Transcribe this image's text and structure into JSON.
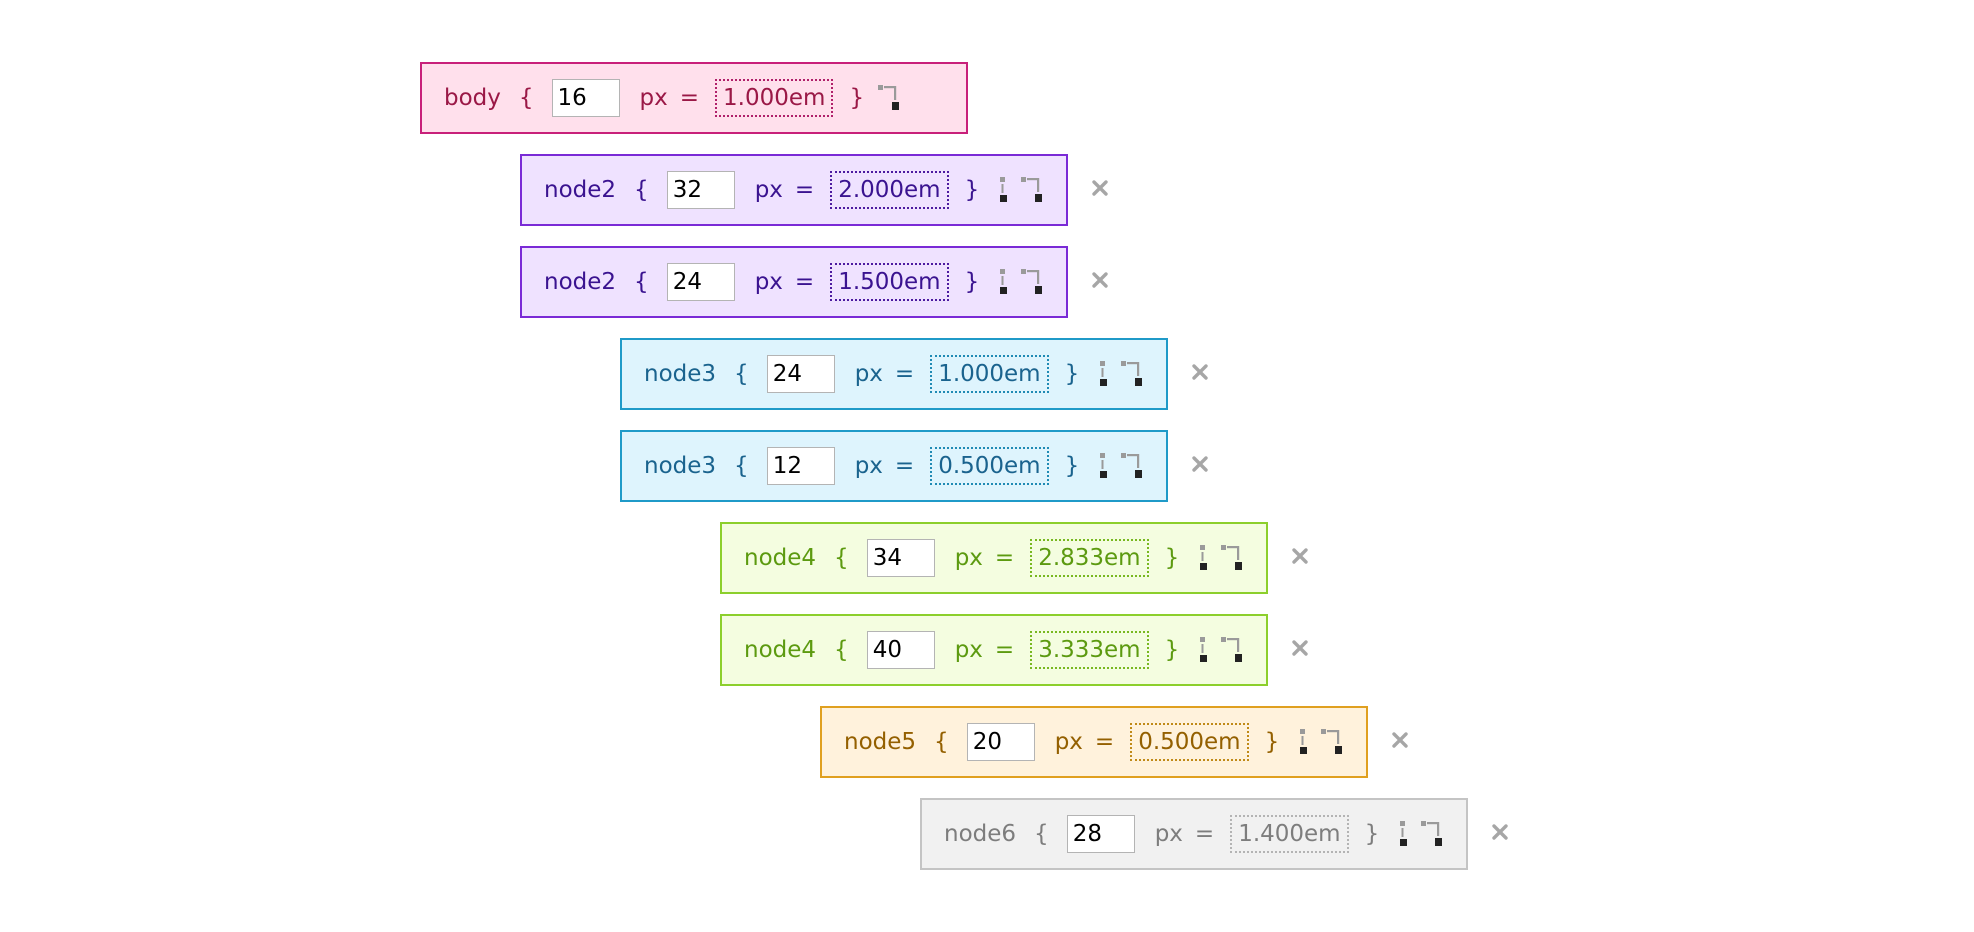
{
  "rows": [
    {
      "name": "body",
      "open": "{",
      "px_value": "16",
      "unit_label": "px",
      "eq": "=",
      "em_value": "1.000em",
      "close": "}",
      "theme": "pink",
      "level": 0,
      "tools": [
        "indent-child-icon"
      ],
      "deletable": false
    },
    {
      "name": "node2",
      "open": "{",
      "px_value": "32",
      "unit_label": "px",
      "eq": "=",
      "em_value": "2.000em",
      "close": "}",
      "theme": "purple",
      "level": 1,
      "tools": [
        "add-sibling-icon",
        "indent-child-icon"
      ],
      "deletable": true
    },
    {
      "name": "node2",
      "open": "{",
      "px_value": "24",
      "unit_label": "px",
      "eq": "=",
      "em_value": "1.500em",
      "close": "}",
      "theme": "purple",
      "level": 1,
      "tools": [
        "add-sibling-icon",
        "indent-child-icon"
      ],
      "deletable": true
    },
    {
      "name": "node3",
      "open": "{",
      "px_value": "24",
      "unit_label": "px",
      "eq": "=",
      "em_value": "1.000em",
      "close": "}",
      "theme": "blue",
      "level": 2,
      "tools": [
        "add-sibling-icon",
        "indent-child-icon"
      ],
      "deletable": true
    },
    {
      "name": "node3",
      "open": "{",
      "px_value": "12",
      "unit_label": "px",
      "eq": "=",
      "em_value": "0.500em",
      "close": "}",
      "theme": "blue",
      "level": 2,
      "tools": [
        "add-sibling-icon",
        "indent-child-icon"
      ],
      "deletable": true
    },
    {
      "name": "node4",
      "open": "{",
      "px_value": "34",
      "unit_label": "px",
      "eq": "=",
      "em_value": "2.833em",
      "close": "}",
      "theme": "green",
      "level": 3,
      "tools": [
        "add-sibling-icon",
        "indent-child-icon"
      ],
      "deletable": true
    },
    {
      "name": "node4",
      "open": "{",
      "px_value": "40",
      "unit_label": "px",
      "eq": "=",
      "em_value": "3.333em",
      "close": "}",
      "theme": "green",
      "level": 3,
      "tools": [
        "add-sibling-icon",
        "indent-child-icon"
      ],
      "deletable": true
    },
    {
      "name": "node5",
      "open": "{",
      "px_value": "20",
      "unit_label": "px",
      "eq": "=",
      "em_value": "0.500em",
      "close": "}",
      "theme": "orange",
      "level": 4,
      "tools": [
        "add-sibling-icon",
        "indent-child-icon"
      ],
      "deletable": true
    },
    {
      "name": "node6",
      "open": "{",
      "px_value": "28",
      "unit_label": "px",
      "eq": "=",
      "em_value": "1.400em",
      "close": "}",
      "theme": "gray",
      "level": 5,
      "tools": [
        "add-sibling-icon",
        "indent-child-icon"
      ],
      "deletable": true
    }
  ],
  "themes": {
    "pink": {
      "bg": "#ffe0ec",
      "border": "#c8207a",
      "text": "#9a1846",
      "dotted": "#b0206a"
    },
    "purple": {
      "bg": "#efe2ff",
      "border": "#7a2ad6",
      "text": "#3a1390",
      "dotted": "#4c1aa0"
    },
    "blue": {
      "bg": "#def4fd",
      "border": "#1f9ac8",
      "text": "#1a638e",
      "dotted": "#1f8ab4"
    },
    "green": {
      "bg": "#f4fde0",
      "border": "#8ccf2c",
      "text": "#5c9a10",
      "dotted": "#78b820"
    },
    "orange": {
      "bg": "#fff2dc",
      "border": "#e0a020",
      "text": "#946000",
      "dotted": "#c08a18"
    },
    "gray": {
      "bg": "#f1f1f1",
      "border": "#c4c4c4",
      "text": "#7d7d7d",
      "dotted": "#b4b4b4"
    }
  },
  "icon_color_delete": "#a6a6a6"
}
